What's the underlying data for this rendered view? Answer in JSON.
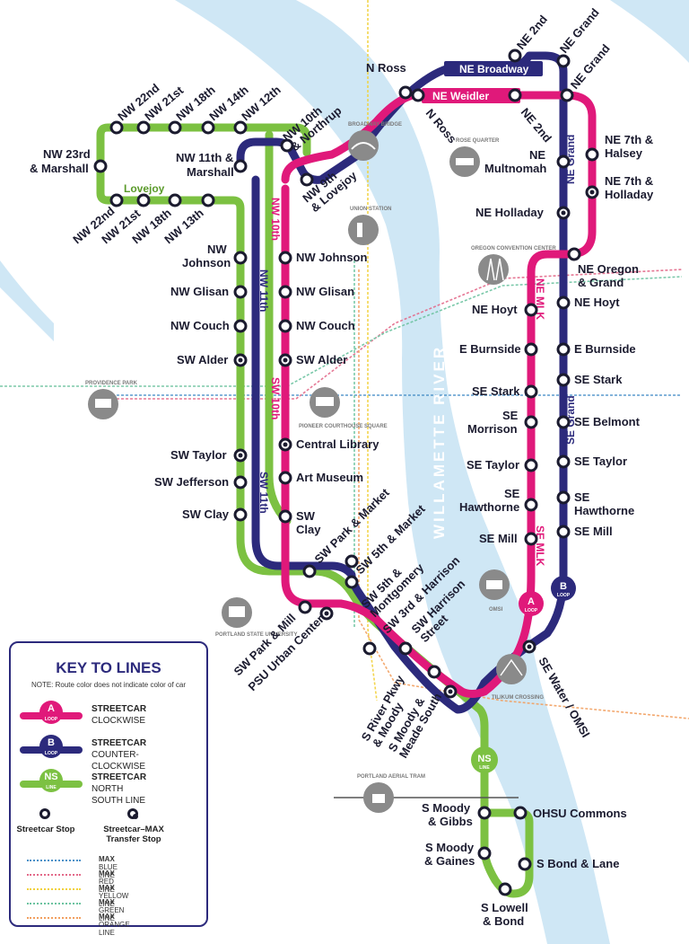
{
  "colors": {
    "a_loop": "#e0197a",
    "b_loop": "#2c2a7c",
    "ns_line": "#7cc142",
    "river": "#cfe7f5",
    "max_blue": "#4a90c8",
    "max_red": "#e36a8a",
    "max_yellow": "#f2d13b",
    "max_green": "#6cc3a0",
    "max_orange": "#f2a060"
  },
  "river": {
    "label": "WILLAMETTE RIVER"
  },
  "streets": {
    "northrup": "Northrup",
    "lovejoy": "Lovejoy",
    "ne_broadway": "NE Broadway",
    "ne_weidler": "NE Weidler",
    "nw_10th_top": "NW 10th",
    "nw_11th": "NW 11th",
    "sw_10th": "SW 10th",
    "sw_11th": "SW 11th",
    "ne_grand": "NE Grand",
    "ne_mlk": "NE MLK",
    "se_grand": "SE Grand",
    "se_mlk": "SE MLK"
  },
  "stops": {
    "nw_23rd_marshall": "NW 23rd & Marshall",
    "nw_22nd_top": "NW 22nd",
    "nw_21st_top": "NW 21st",
    "nw_18th_top": "NW 18th",
    "nw_14th": "NW 14th",
    "nw_12th": "NW 12th",
    "nw_22nd_bot": "NW 22nd",
    "nw_21st_bot": "NW 21st",
    "nw_18th_bot": "NW 18th",
    "nw_13th": "NW 13th",
    "nw_11th_marshall": "NW 11th & Marshall",
    "nw_10th_northrup": "NW 10th & Northrup",
    "nw_9th_lovejoy": "NW 9th & Lovejoy",
    "n_ross_1": "N Ross",
    "n_ross_2": "N Ross",
    "ne_2nd_1": "NE 2nd",
    "ne_2nd_2": "NE 2nd",
    "ne_grand_1": "NE Grand",
    "ne_grand_2": "NE Grand",
    "ne_7th_halsey": "NE 7th & Halsey",
    "ne_7th_holladay": "NE 7th & Holladay",
    "ne_multnomah": "NE Multnomah",
    "ne_holladay": "NE Holladay",
    "ne_oregon_grand": "NE Oregon & Grand",
    "ne_hoyt_w": "NE Hoyt",
    "ne_hoyt_e": "NE Hoyt",
    "e_burnside_w": "E Burnside",
    "e_burnside_e": "E Burnside",
    "se_stark_w": "SE Stark",
    "se_stark_e": "SE Stark",
    "se_morrison": "SE Morrison",
    "se_belmont": "SE Belmont",
    "se_taylor_w": "SE Taylor",
    "se_taylor_e": "SE Taylor",
    "se_hawthorne_w": "SE Hawthorne",
    "se_hawthorne_e": "SE Hawthorne",
    "se_mill_w": "SE Mill",
    "se_mill_e": "SE Mill",
    "se_water_omsi": "SE Water / OMSI",
    "nw_johnson_w": "NW Johnson",
    "nw_glisan_w": "NW Glisan",
    "nw_couch_w": "NW Couch",
    "sw_alder_w": "SW Alder",
    "nw_johnson_e": "NW Johnson",
    "nw_glisan_e": "NW Glisan",
    "nw_couch_e": "NW Couch",
    "sw_alder_e": "SW Alder",
    "central_library": "Central Library",
    "art_museum": "Art Museum",
    "sw_clay_e": "SW Clay",
    "sw_taylor": "SW Taylor",
    "sw_jefferson": "SW Jefferson",
    "sw_clay_w": "SW Clay",
    "sw_park_market": "SW Park & Market",
    "sw_5th_market": "SW 5th & Market",
    "sw_5th_montgomery": "SW 5th & Montgomery",
    "sw_park_mill": "SW Park & Mill",
    "psu_urban_center": "PSU Urban Center",
    "sw_3rd_harrison": "SW 3rd & Harrison",
    "sw_harrison_street": "SW Harrison Street",
    "s_river_pkwy_moody": "S River Pkwy & Moody",
    "s_moody_meade_south": "S Moody & Meade South",
    "s_moody_gibbs": "S Moody & Gibbs",
    "ohsu_commons": "OHSU Commons",
    "s_moody_gaines": "S Moody & Gaines",
    "s_bond_lane": "S Bond & Lane",
    "s_lowell_bond": "S Lowell & Bond"
  },
  "landmarks": {
    "broadway_bridge": "BROADWAY BRIDGE",
    "rose_quarter": "ROSE QUARTER",
    "union_station": "UNION STATION",
    "oregon_convention_center": "OREGON CONVENTION CENTER",
    "providence_park": "PROVIDENCE PARK",
    "pioneer_courthouse_square": "PIONEER COURTHOUSE SQUARE",
    "portland_state_university": "PORTLAND STATE UNIVERSITY",
    "omsi": "OMSI",
    "tilikum_crossing": "TILIKUM CROSSING",
    "portland_aerial_tram": "PORTLAND AERIAL TRAM"
  },
  "badges": {
    "a": {
      "letter": "A",
      "sub": "LOOP"
    },
    "b": {
      "letter": "B",
      "sub": "LOOP"
    },
    "ns": {
      "letter": "NS",
      "sub": "LINE"
    }
  },
  "legend": {
    "title": "KEY TO LINES",
    "note": "NOTE: Route color does not indicate color of car",
    "a_title": "STREETCAR",
    "a_sub": "CLOCKWISE",
    "b_title": "STREETCAR",
    "b_sub": "COUNTER-CLOCKWISE",
    "ns_title": "STREETCAR",
    "ns_sub": "NORTH SOUTH LINE",
    "stop_label": "Streetcar Stop",
    "transfer_label": "Streetcar–MAX Transfer Stop",
    "max_word": "MAX",
    "max_lines": [
      "BLUE LINE",
      "RED LINE",
      "YELLOW LINE",
      "GREEN LINE",
      "ORANGE LINE"
    ]
  }
}
